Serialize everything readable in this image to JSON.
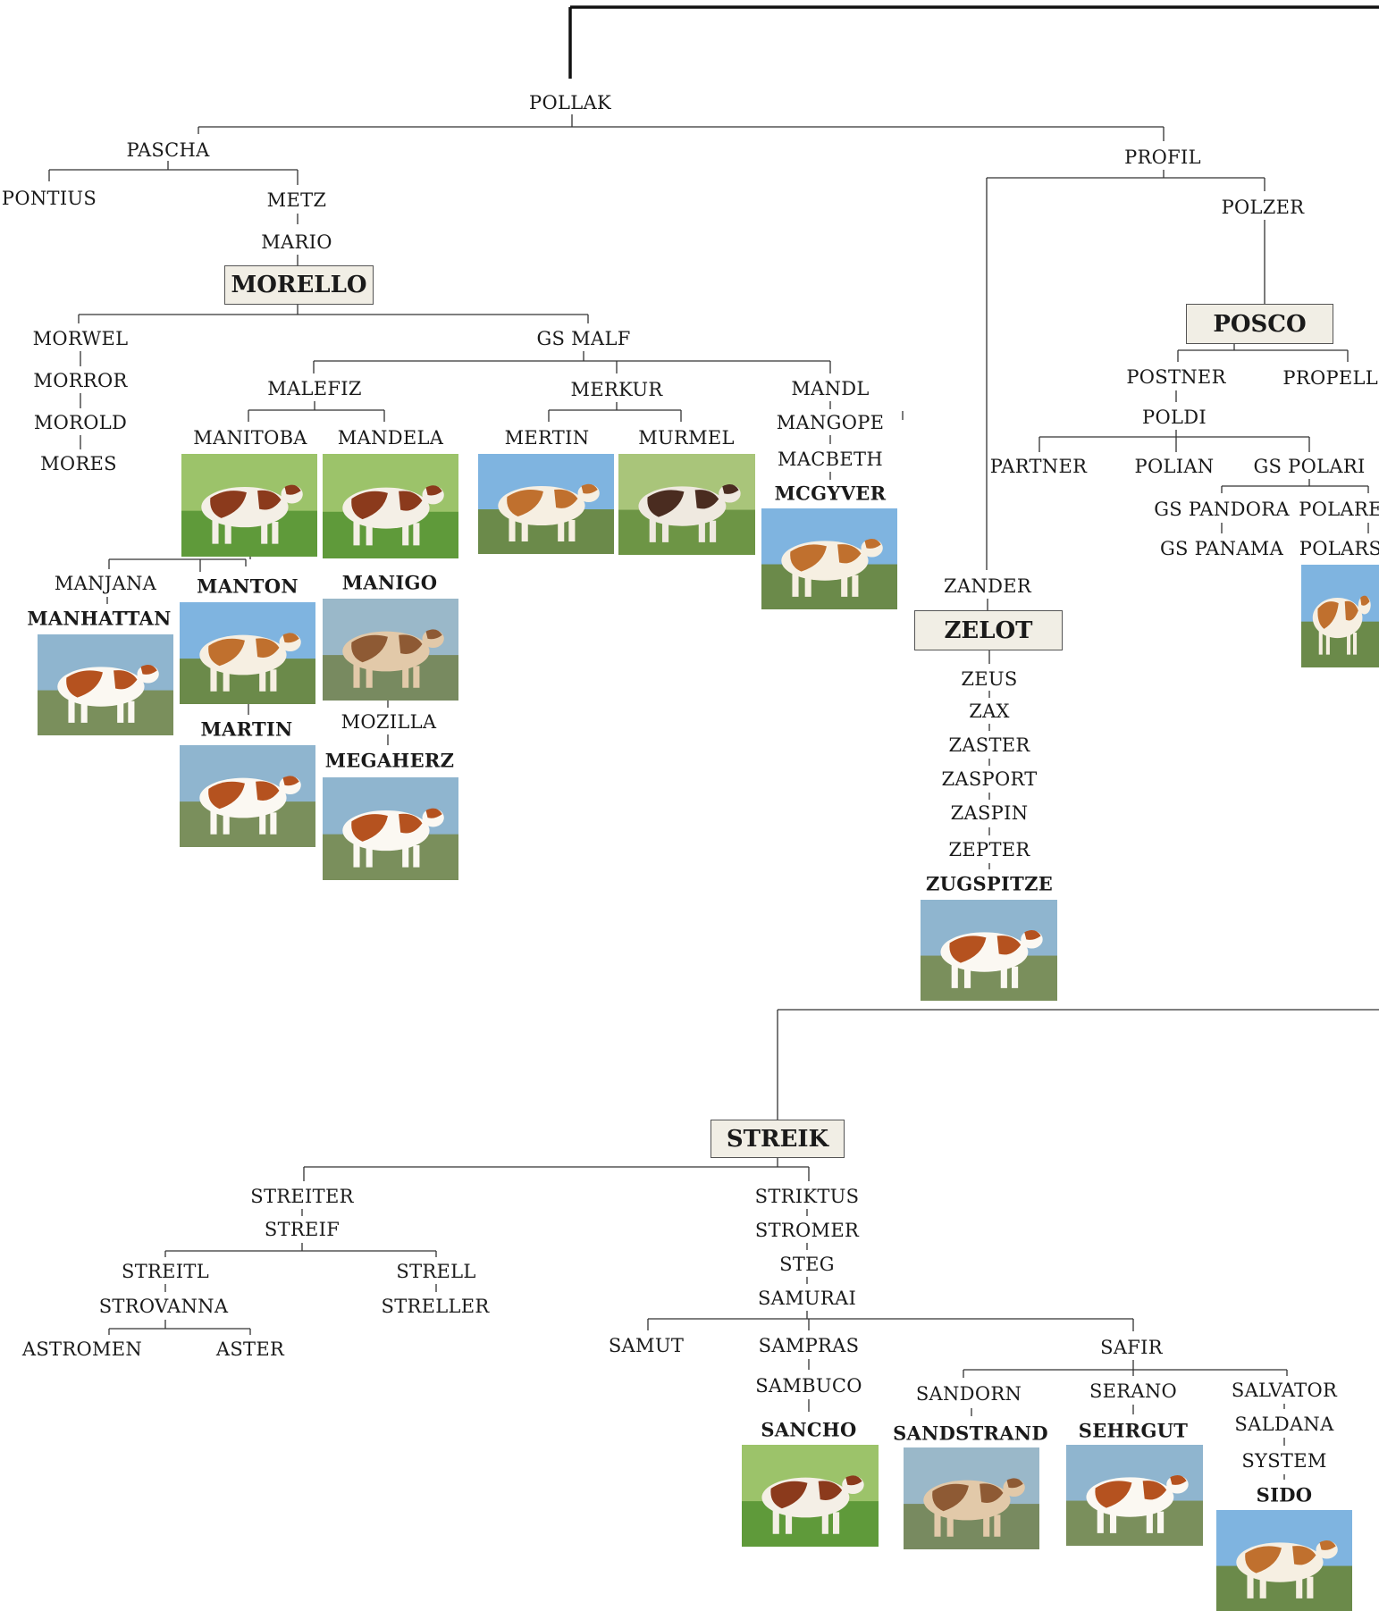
{
  "nodes": {
    "pollak": "POLLAK",
    "pascha": "PASCHA",
    "pontius": "PONTIUS",
    "metz": "METZ",
    "mario": "MARIO",
    "morello": "MORELLO",
    "morwel": "MORWEL",
    "morror": "MORROR",
    "morold": "MOROLD",
    "mores": "MORES",
    "gs_malf": "GS MALF",
    "malefiz": "MALEFIZ",
    "merkur": "MERKUR",
    "mandl": "MANDL",
    "manitoba": "MANITOBA",
    "mandela": "MANDELA",
    "mertin": "MERTIN",
    "murmel": "MURMEL",
    "mangope": "MANGOPE",
    "macbeth": "MACBETH",
    "mcgyver": "MCGYVER",
    "manjana": "MANJANA",
    "manhattan": "MANHATTAN",
    "manton": "MANTON",
    "martin": "MARTIN",
    "manigo": "MANIGO",
    "mozilla": "MOZILLA",
    "megaherz": "MEGAHERZ",
    "profil": "PROFIL",
    "polzer": "POLZER",
    "posco": "POSCO",
    "postner": "POSTNER",
    "propelli": "PROPELLI",
    "poldi": "POLDI",
    "partner": "PARTNER",
    "polian": "POLIAN",
    "gs_polari": "GS POLARI",
    "gs_pandora": "GS PANDORA",
    "polare": "POLARE",
    "gs_panama": "GS PANAMA",
    "polars": "POLARS",
    "zander": "ZANDER",
    "zelot": "ZELOT",
    "zeus": "ZEUS",
    "zax": "ZAX",
    "zaster": "ZASTER",
    "zasport": "ZASPORT",
    "zaspin": "ZASPIN",
    "zepter": "ZEPTER",
    "zugspitze": "ZUGSPITZE",
    "streik": "STREIK",
    "streiter": "STREITER",
    "streif": "STREIF",
    "streitl": "STREITL",
    "strell": "STRELL",
    "strovanna": "STROVANNA",
    "streller": "STRELLER",
    "astromen": "ASTROMEN",
    "aster": "ASTER",
    "striktus": "STRIKTUS",
    "stromer": "STROMER",
    "steg": "STEG",
    "samurai": "SAMURAI",
    "samut": "SAMUT",
    "sampras": "SAMPRAS",
    "sambuco": "SAMBUCO",
    "sancho": "SANCHO",
    "safir": "SAFIR",
    "sandorn": "SANDORN",
    "serano": "SERANO",
    "salvator": "SALVATOR",
    "sandstrand": "SANDSTRAND",
    "sehrgut": "SEHRGUT",
    "saldana": "SALDANA",
    "system": "SYSTEM",
    "sido": "SIDO"
  },
  "photos": {
    "manitoba": "bull-photo",
    "mandela": "bull-photo",
    "mertin": "bull-photo",
    "murmel": "bull-photo",
    "mcgyver": "bull-photo",
    "manhattan": "bull-photo",
    "manton": "bull-photo",
    "manigo": "bull-photo",
    "martin": "bull-photo",
    "megaherz": "bull-photo",
    "zugspitze": "bull-photo",
    "polars": "bull-photo",
    "sancho": "bull-photo",
    "sandstrand": "bull-photo",
    "sehrgut": "bull-photo",
    "sido": "bull-photo"
  },
  "colors": {
    "line": "#333333",
    "box_fill": "#f1eee5",
    "box_border": "#555555",
    "frame": "#111111"
  }
}
